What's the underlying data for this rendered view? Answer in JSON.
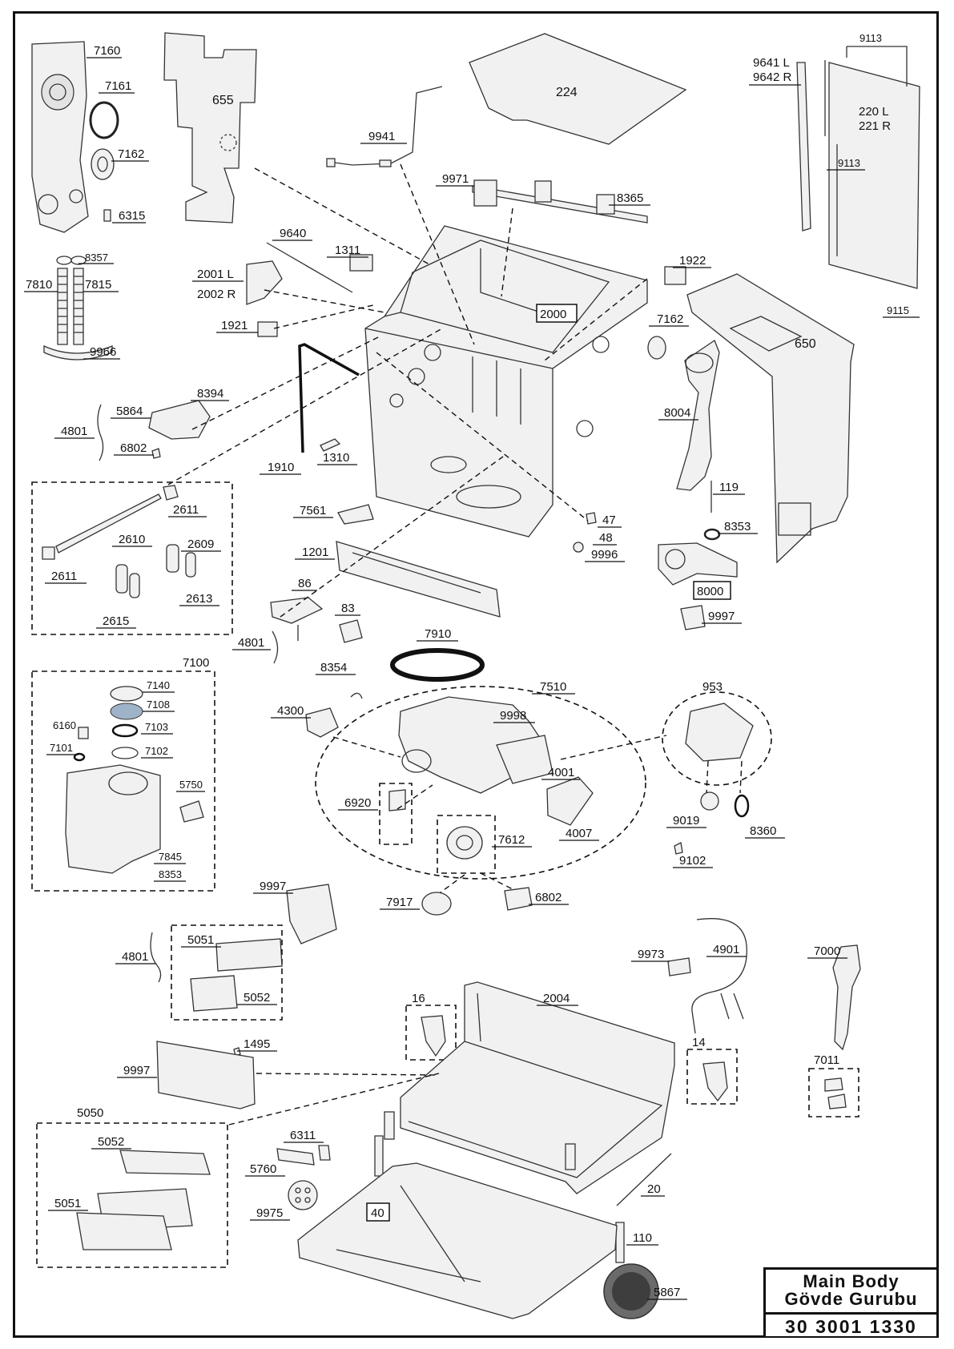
{
  "title_block": {
    "title_en": "Main Body",
    "title_tr": "Gövde Gurubu",
    "code": "30 3001 1330"
  },
  "labels": {
    "l7160": "7160",
    "l7161": "7161",
    "l7162a": "7162",
    "l6315": "6315",
    "l8357": "8357",
    "l7810": "7810",
    "l7815": "7815",
    "l9966": "9966",
    "l655": "655",
    "l224": "224",
    "l9941": "9941",
    "l9971": "9971",
    "l8365": "8365",
    "l9641": "9641 L",
    "l9642": "9642 R",
    "l9113a": "9113",
    "l220": "220 L",
    "l221": "221 R",
    "l9113b": "9113",
    "l9115": "9115",
    "l9640": "9640",
    "l1311": "1311",
    "l2001": "2001 L",
    "l2002": "2002 R",
    "l1921": "1921",
    "l2000": "2000",
    "l1922": "1922",
    "l7162b": "7162",
    "l650": "650",
    "l8394": "8394",
    "l5864": "5864",
    "l4801a": "4801",
    "l6802a": "6802",
    "l1910": "1910",
    "l1310": "1310",
    "l8004": "8004",
    "l119": "119",
    "l8353a": "8353",
    "l2611a": "2611",
    "l2610": "2610",
    "l2609": "2609",
    "l2611b": "2611",
    "l2613": "2613",
    "l2615": "2615",
    "l7561": "7561",
    "l47": "47",
    "l48": "48",
    "l9996": "9996",
    "l1201": "1201",
    "l8000": "8000",
    "l9997a": "9997",
    "l86": "86",
    "l83": "83",
    "l4801b": "4801",
    "l7910": "7910",
    "l7100": "7100",
    "l7140": "7140",
    "l7108": "7108",
    "l6160": "6160",
    "l7103": "7103",
    "l7101": "7101",
    "l7102": "7102",
    "l5750": "5750",
    "l7845": "7845",
    "l8353b": "8353",
    "l8354": "8354",
    "l7510": "7510",
    "l953": "953",
    "l4300": "4300",
    "l9998": "9998",
    "l4001": "4001",
    "l6920": "6920",
    "l4007": "4007",
    "l7612": "7612",
    "l9019": "9019",
    "l8360": "8360",
    "l9102": "9102",
    "l9997b": "9997",
    "l7917": "7917",
    "l6802b": "6802",
    "l4801c": "4801",
    "l5051a": "5051",
    "l5052a": "5052",
    "l9973": "9973",
    "l4901": "4901",
    "l7000": "7000",
    "l16": "16",
    "l2004": "2004",
    "l14": "14",
    "l7011": "7011",
    "l1495": "1495",
    "l9997c": "9997",
    "l5050": "5050",
    "l5052b": "5052",
    "l5051b": "5051",
    "l6311": "6311",
    "l5760": "5760",
    "l20": "20",
    "l9975": "9975",
    "l40": "40",
    "l110": "110",
    "l5867": "5867"
  }
}
